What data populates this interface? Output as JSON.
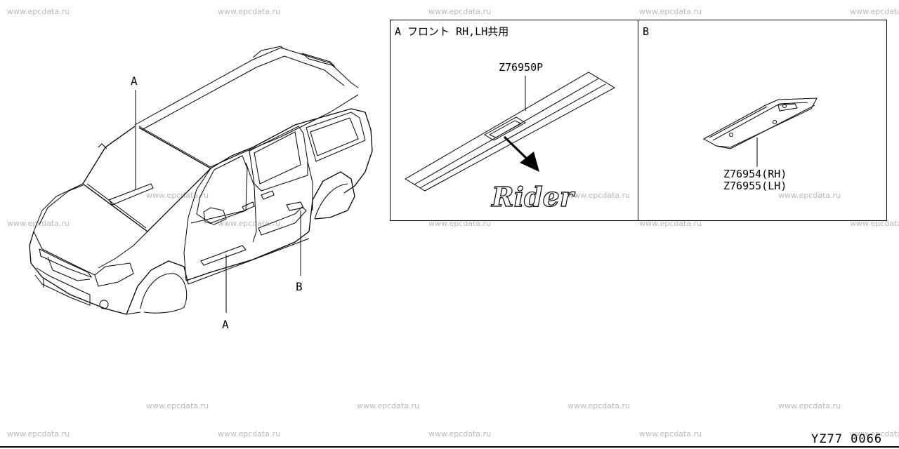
{
  "watermark_text": "www.epcdata.ru",
  "vehicle": {
    "callout_a_top": "A",
    "callout_a_bottom": "A",
    "callout_b": "B"
  },
  "panel_a": {
    "header": "A フロント RH,LH共用",
    "part_number": "Z76950P",
    "emblem_text": "Rider"
  },
  "panel_b": {
    "header": "B",
    "part_rh": "Z76954(RH)",
    "part_lh": "Z76955(LH)"
  },
  "diagram_code": "YZ77 0066"
}
